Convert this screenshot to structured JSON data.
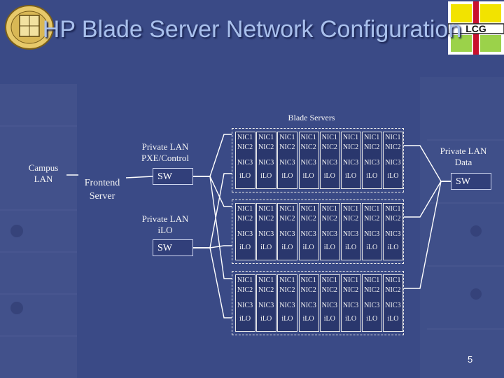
{
  "title": "HP Blade Server Network Configuration",
  "blade_servers_label": "Blade Servers",
  "campus_lan_label": "Campus\nLAN",
  "frontend_server_label": "Frontend\nServer",
  "private_lan_pxe_label": "Private LAN\nPXE/Control",
  "private_lan_ilo_label": "Private LAN\niLO",
  "private_lan_data_label": "Private LAN\nData",
  "switch_label": "SW",
  "blade_rows": [
    {
      "blades": [
        {
          "nic1": "NIC1",
          "nic2": "NIC2",
          "nic3": "NIC3",
          "ilo": "iLO"
        },
        {
          "nic1": "NIC1",
          "nic2": "NIC2",
          "nic3": "NIC3",
          "ilo": "iLO"
        },
        {
          "nic1": "NIC1",
          "nic2": "NIC2",
          "nic3": "NIC3",
          "ilo": "iLO"
        },
        {
          "nic1": "NIC1",
          "nic2": "NIC2",
          "nic3": "NIC3",
          "ilo": "iLO"
        },
        {
          "nic1": "NIC1",
          "nic2": "NIC2",
          "nic3": "NIC3",
          "ilo": "iLO"
        },
        {
          "nic1": "NIC1",
          "nic2": "NIC2",
          "nic3": "NIC3",
          "ilo": "iLO"
        },
        {
          "nic1": "NIC1",
          "nic2": "NIC2",
          "nic3": "NIC3",
          "ilo": "iLO"
        },
        {
          "nic1": "NIC1",
          "nic2": "NIC2",
          "nic3": "NIC3",
          "ilo": "iLO"
        }
      ]
    },
    {
      "blades": [
        {
          "nic1": "NIC1",
          "nic2": "NIC2",
          "nic3": "NIC3",
          "ilo": "iLO"
        },
        {
          "nic1": "NIC1",
          "nic2": "NIC2",
          "nic3": "NIC3",
          "ilo": "iLO"
        },
        {
          "nic1": "NIC1",
          "nic2": "NIC2",
          "nic3": "NIC3",
          "ilo": "iLO"
        },
        {
          "nic1": "NIC1",
          "nic2": "NIC2",
          "nic3": "NIC3",
          "ilo": "iLO"
        },
        {
          "nic1": "NIC1",
          "nic2": "NIC2",
          "nic3": "NIC3",
          "ilo": "iLO"
        },
        {
          "nic1": "NIC1",
          "nic2": "NIC2",
          "nic3": "NIC3",
          "ilo": "iLO"
        },
        {
          "nic1": "NIC1",
          "nic2": "NIC2",
          "nic3": "NIC3",
          "ilo": "iLO"
        },
        {
          "nic1": "NIC1",
          "nic2": "NIC2",
          "nic3": "NIC3",
          "ilo": "iLO"
        }
      ]
    },
    {
      "blades": [
        {
          "nic1": "NIC1",
          "nic2": "NIC2",
          "nic3": "NIC3",
          "ilo": "iLO"
        },
        {
          "nic1": "NIC1",
          "nic2": "NIC2",
          "nic3": "NIC3",
          "ilo": "iLO"
        },
        {
          "nic1": "NIC1",
          "nic2": "NIC2",
          "nic3": "NIC3",
          "ilo": "iLO"
        },
        {
          "nic1": "NIC1",
          "nic2": "NIC2",
          "nic3": "NIC3",
          "ilo": "iLO"
        },
        {
          "nic1": "NIC1",
          "nic2": "NIC2",
          "nic3": "NIC3",
          "ilo": "iLO"
        },
        {
          "nic1": "NIC1",
          "nic2": "NIC2",
          "nic3": "NIC3",
          "ilo": "iLO"
        },
        {
          "nic1": "NIC1",
          "nic2": "NIC2",
          "nic3": "NIC3",
          "ilo": "iLO"
        },
        {
          "nic1": "NIC1",
          "nic2": "NIC2",
          "nic3": "NIC3",
          "ilo": "iLO"
        }
      ]
    }
  ],
  "lcg_logo_text": "LCG",
  "page_number": "5",
  "colors": {
    "background": "#3a4a86",
    "title": "#a9c0ec",
    "lines": "#ffffff"
  }
}
